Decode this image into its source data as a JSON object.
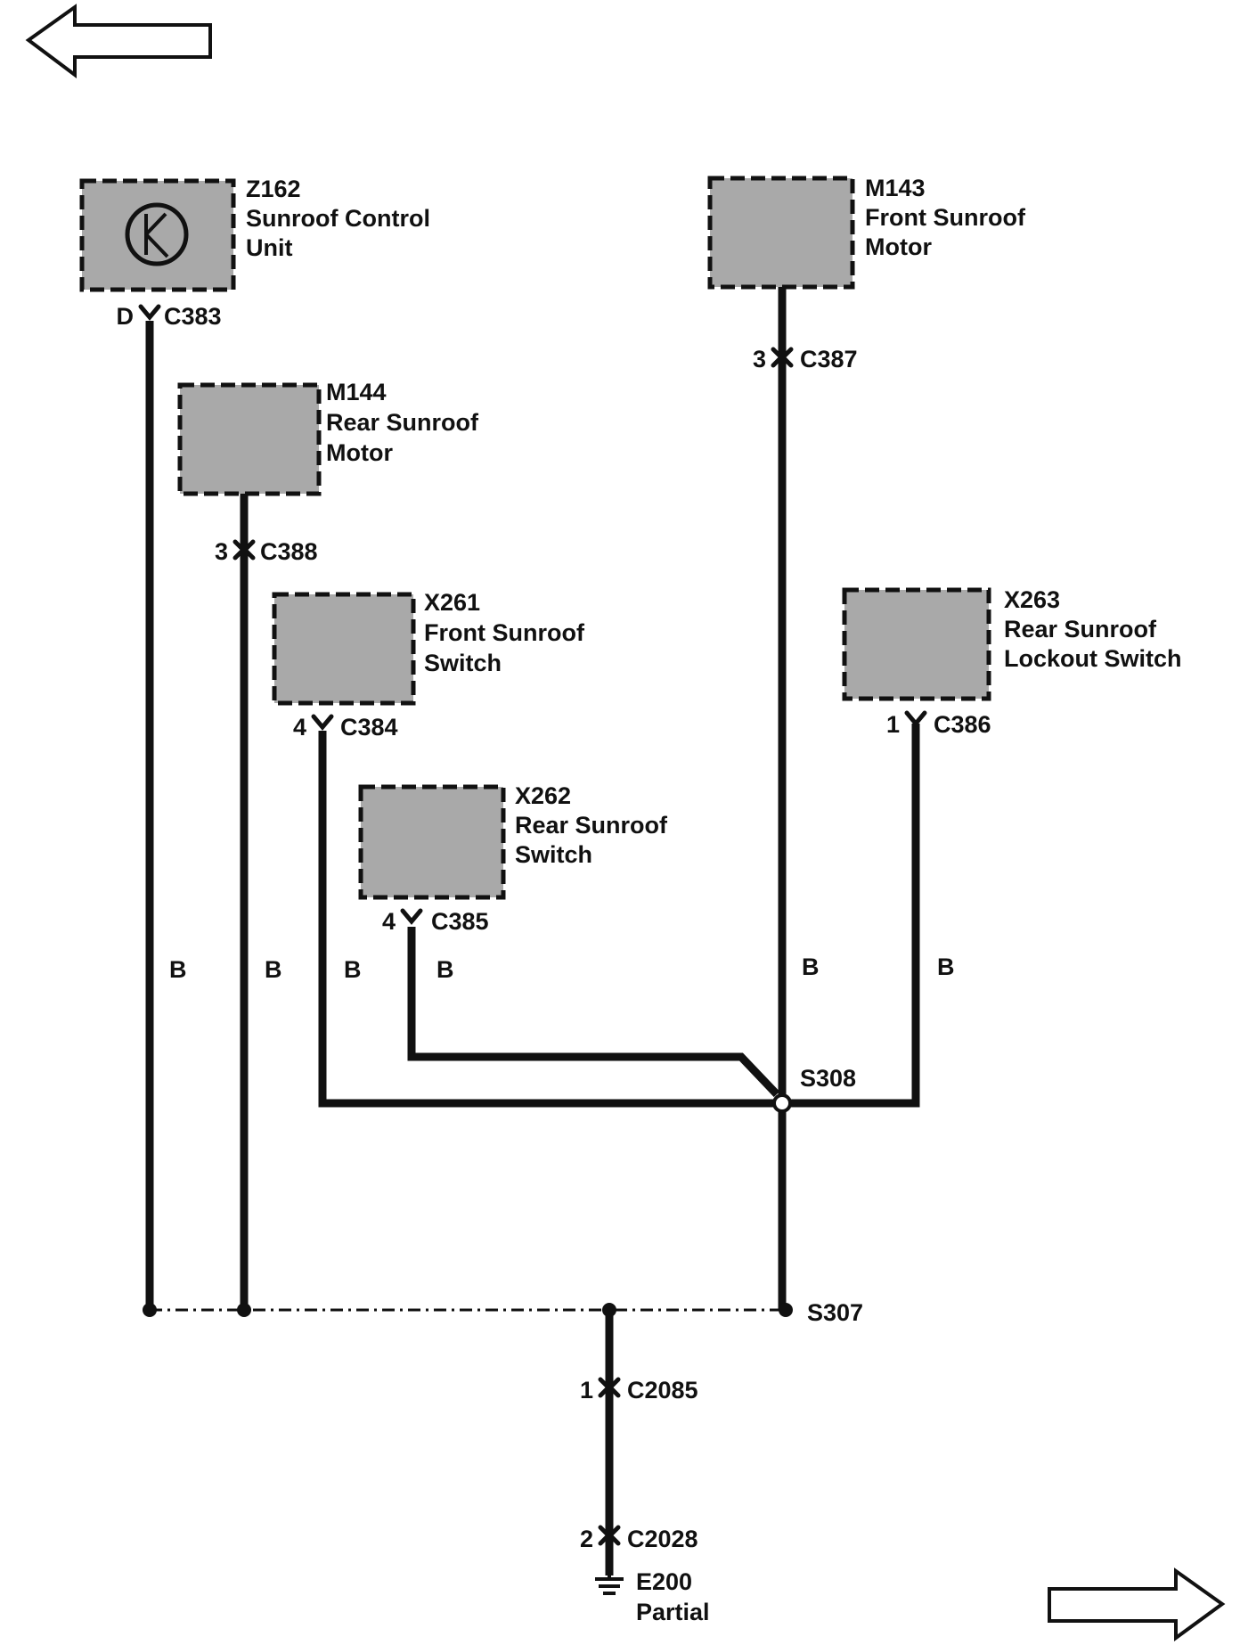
{
  "components": {
    "z162": {
      "ref": "Z162",
      "line1": "Sunroof Control",
      "line2": "Unit"
    },
    "m143": {
      "ref": "M143",
      "line1": "Front Sunroof",
      "line2": "Motor"
    },
    "m144": {
      "ref": "M144",
      "line1": "Rear Sunroof",
      "line2": "Motor"
    },
    "x261": {
      "ref": "X261",
      "line1": "Front Sunroof",
      "line2": "Switch"
    },
    "x262": {
      "ref": "X262",
      "line1": "Rear Sunroof",
      "line2": "Switch"
    },
    "x263": {
      "ref": "X263",
      "line1": "Rear Sunroof",
      "line2": "Lockout Switch"
    }
  },
  "connectors": {
    "c383": {
      "pin": "D",
      "name": "C383"
    },
    "c387": {
      "pin": "3",
      "name": "C387"
    },
    "c388": {
      "pin": "3",
      "name": "C388"
    },
    "c384": {
      "pin": "4",
      "name": "C384"
    },
    "c386": {
      "pin": "1",
      "name": "C386"
    },
    "c385": {
      "pin": "4",
      "name": "C385"
    },
    "c2085": {
      "pin": "1",
      "name": "C2085"
    },
    "c2028": {
      "pin": "2",
      "name": "C2028"
    }
  },
  "wire_color": "B",
  "splices": {
    "s308": "S308",
    "s307": "S307"
  },
  "ground": {
    "name": "E200",
    "note": "Partial"
  }
}
